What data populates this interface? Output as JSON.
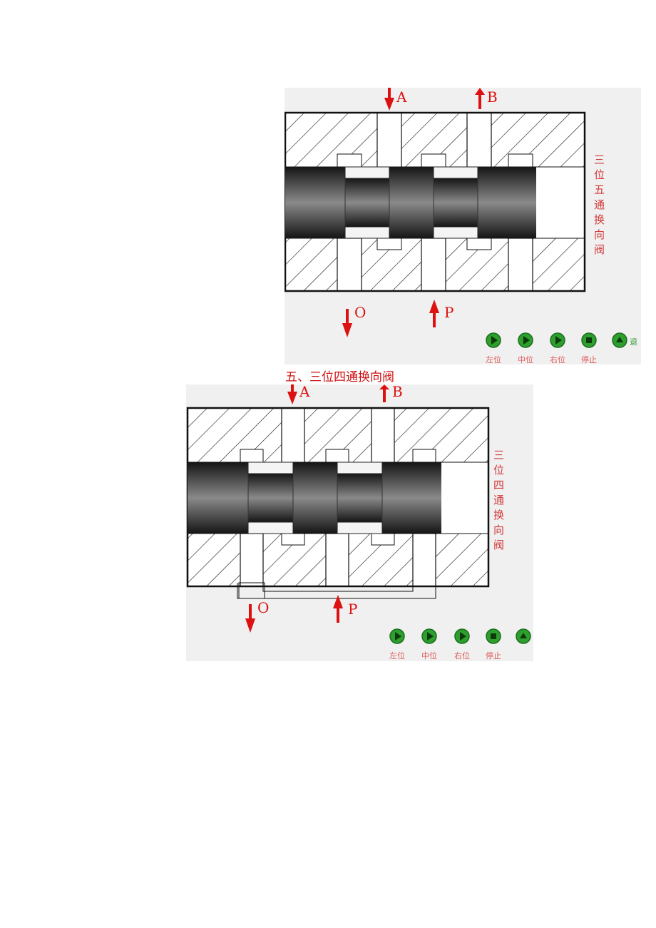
{
  "diagram1": {
    "ports": {
      "a": "A",
      "b": "B",
      "o": "O",
      "p": "P"
    },
    "vertical_label": [
      "三",
      "位",
      "五",
      "通",
      "换",
      "向",
      "阀"
    ],
    "buttons": [
      {
        "label": "左位",
        "icon": "play-icon"
      },
      {
        "label": "中位",
        "icon": "play-icon"
      },
      {
        "label": "右位",
        "icon": "play-icon"
      },
      {
        "label": "停止",
        "icon": "stop-icon"
      },
      {
        "label": "退",
        "icon": "eject-icon"
      }
    ]
  },
  "section_heading": "五、三位四通换向阀",
  "diagram2": {
    "ports": {
      "a": "A",
      "b": "B",
      "o": "O",
      "p": "P"
    },
    "vertical_label": [
      "三",
      "位",
      "四",
      "通",
      "换",
      "向",
      "阀"
    ],
    "buttons": [
      {
        "label": "左位",
        "icon": "play-icon"
      },
      {
        "label": "中位",
        "icon": "play-icon"
      },
      {
        "label": "右位",
        "icon": "play-icon"
      },
      {
        "label": "停止",
        "icon": "stop-icon"
      },
      {
        "label": "",
        "icon": "eject-icon"
      }
    ]
  },
  "colors": {
    "arrow": "#dd1111",
    "label": "#d23a3a",
    "button": "#2e9e2e",
    "panel": "#f0f0f0"
  }
}
